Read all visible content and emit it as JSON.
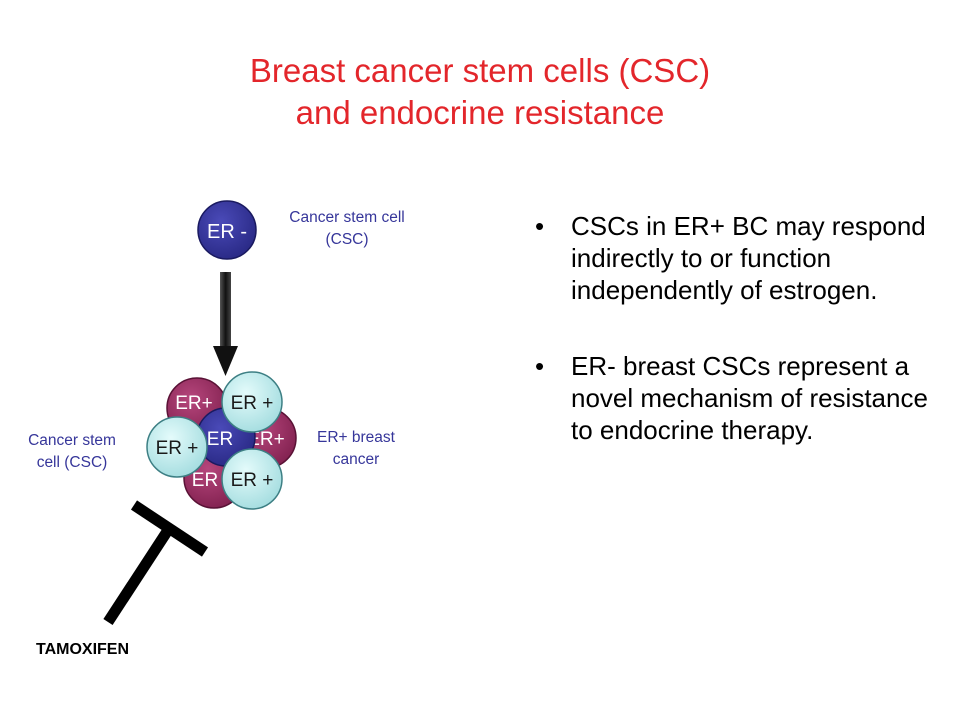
{
  "title": {
    "line1": "Breast cancer stem cells (CSC)",
    "line2": "and endocrine resistance"
  },
  "diagram": {
    "csc_cell_label": "ER -",
    "csc_top_label": [
      "Cancer stem cell",
      "(CSC)"
    ],
    "csc_left_label": [
      "Cancer stem",
      "cell (CSC)"
    ],
    "er_bc_label": [
      "ER+ breast",
      "cancer"
    ],
    "cluster_labels": {
      "magenta_top": "ER+",
      "center": "ER",
      "magenta_right": "ER+",
      "magenta_bottom": "ER",
      "cyan_top": "ER +",
      "cyan_left": "ER +",
      "cyan_bottom": "ER +"
    },
    "drug_label": "TAMOXIFEN",
    "colors": {
      "er_negative": "#2e2e96",
      "er_positive_magenta": "#9a2a5f",
      "er_positive_cyan": "#bfeef0",
      "arrow": "#222222",
      "inhibitor": "#000000"
    }
  },
  "bullets": [
    "CSCs in ER+ BC may respond indirectly to or function independently of estrogen.",
    "ER- breast CSCs represent a novel mechanism of resistance to endocrine therapy."
  ],
  "bullet_symbol": "•",
  "title_color": "#e3262b",
  "label_color": "#36369a"
}
